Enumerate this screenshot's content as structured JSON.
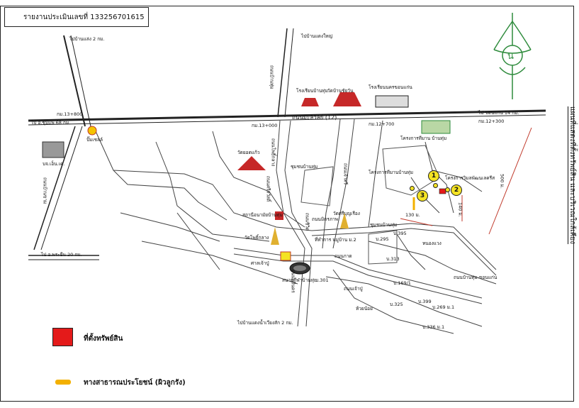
{
  "report": {
    "label": "รายงานประเมินเลขที่ 133256701615"
  },
  "side_title": "แผนที่แสดงที่ตั้งทรัพย์สิน และบริเวณใกล้เคียง",
  "legend": {
    "property": "ที่ตั้งทรัพย์สิน",
    "public_path": "ทางสาธารณประโยชน์ (ผิวลูกรัง)"
  },
  "labels": {
    "to_ban_laeng": "ไปบ้านแล่ง 2 กม.",
    "to_ban_laeng_yai": "ไปบ้านแดงใหญ่",
    "km13_800": "กม.13+800",
    "km13_000": "กม.13+000",
    "km12_700": "กม.12+700",
    "km12_300": "กม.12+300",
    "to_chumphae": "ไป อ.ชุมแพ 68 กม.",
    "to_khon_kaen": "ไป ขอนแก่น 14 กม.",
    "mittraphap_road": "ถนนมะลิวัลย์ (12)",
    "gas_station": "ปั๊มเชลล์",
    "factory": "บจ.เอ็น.เค.",
    "school_banphai": "โรงเรียนบ้านทุ่ม",
    "wat_chaiwan": "วัดบ้านชัยวัน",
    "school_khonkaen": "โรงเรียนนครขอนแก่น",
    "housing_1": "โครงการทีมาน บ้านทุ่ม",
    "wat_sakaew": "วัดยอดแก้ว",
    "community_1": "ชุมชนบ้านทุ่ม",
    "housing_2": "โครงการทีมานบ้านทุ่ม",
    "housing_3": "โครงการวิมลพัฒนเลครีส",
    "health_center": "สถานีอนามัยบ้านทุ่ม",
    "wat_photklang": "วัดโพธิ์กลาง",
    "wat_sriboonruang": "วัดศรีบุญเรือง",
    "community_2": "ชุมชนบ้านทุ่ม",
    "shrine": "ศาลเจ้าปู่",
    "stadium": "สนามกีฬาบ้านทุ่ม",
    "pond": "หนองแวง",
    "to_ban_pra_yuen": "ไป อ.พระยืน 20 กม.",
    "to_ban_laeng_wiang": "ไปบ้านแดงน้ำเวียงสัก 2 กม.",
    "road_mittraphap": "ถนนมิตรภาพ",
    "road_banthum": "ถนนบ้านทุ่ม",
    "road_srisawat": "ถนนศรีสวัสดิ์",
    "road_photklang": "ถนนโพธิ์กลาง",
    "road_chaosri": "ถนนเจ้าศรี",
    "road_chaopu": "ถนนเจ้าปู่",
    "road_huay_noi": "ห้วยน้อย",
    "road_banthum_khonkaen": "ถนนบ้านทุ่ม-ขอนแก่น",
    "road_srinakhon": "ถนนศรีนคร",
    "road_sivit": "ถนนชิวิต",
    "road_kham": "ถนนบ้านขาม",
    "village_2": "ที่ทำการ หมู่บ้าน ม.2",
    "village_395": "บ.395",
    "village_295": "บ.295",
    "village_313": "บ.313",
    "village_301": "บ.301",
    "village_169": "บ.169/1",
    "village_325": "บ.325",
    "village_399": "บ.399",
    "village_269": "บ.269 ม.1",
    "village_336": "บ.336 ม.1",
    "dist_130": "130 ม.",
    "dist_140": "140 ม.",
    "dist_500": "500 ม.",
    "road_kad": "ถนนกาด",
    "marker_1": "1",
    "marker_2": "2",
    "marker_3": "3"
  },
  "colors": {
    "property": "#e41a1a",
    "public_path": "#f3b000",
    "marker": "#f4e324",
    "logo": "#2e8b3c",
    "distance_arrow": "#c0392b"
  }
}
